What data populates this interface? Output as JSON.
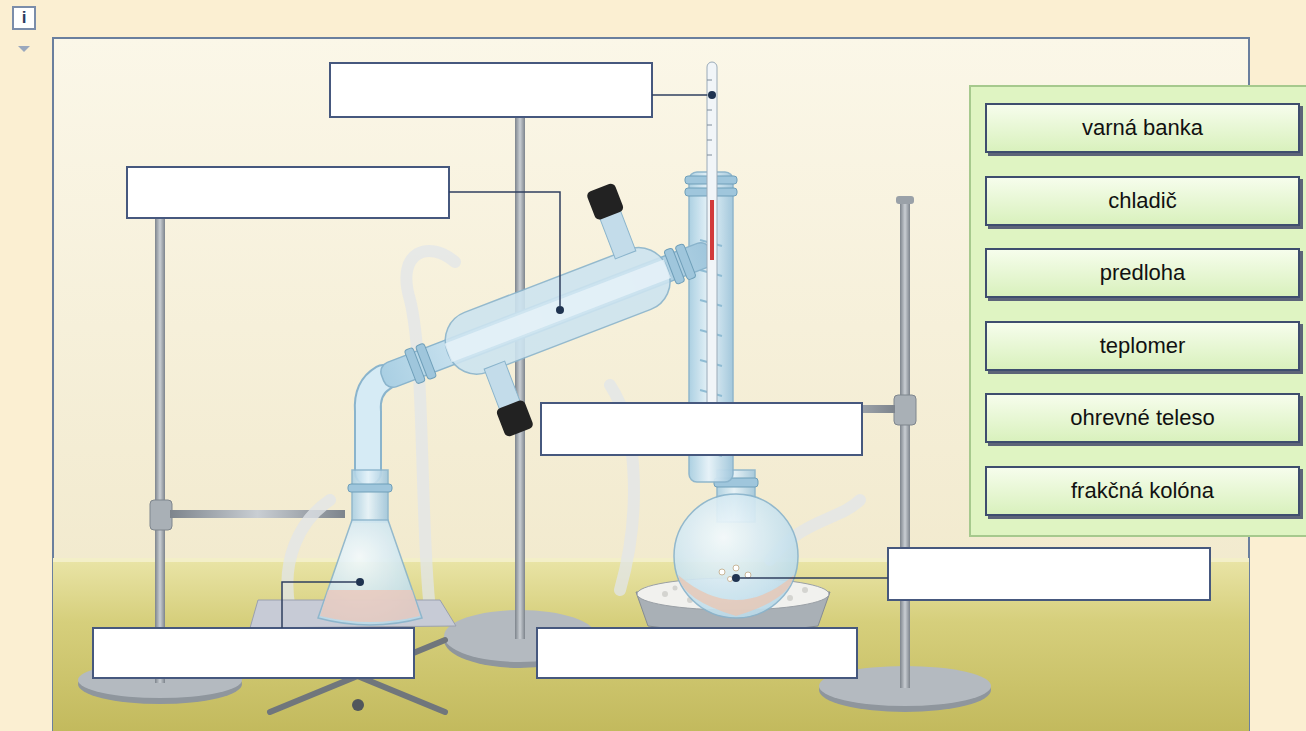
{
  "diagram": {
    "nodes": [
      {
        "text": [
          "varná banka"
        ]
      },
      {
        "text": [
          "chladič"
        ]
      },
      {
        "text": [
          "predloha"
        ]
      },
      {
        "text": [
          "teplomer"
        ]
      },
      {
        "text": [
          "ohrevné teleso"
        ]
      },
      {
        "text": [
          "frakčná kolóna"
        ]
      }
    ],
    "labels": [
      "i"
    ]
  }
}
